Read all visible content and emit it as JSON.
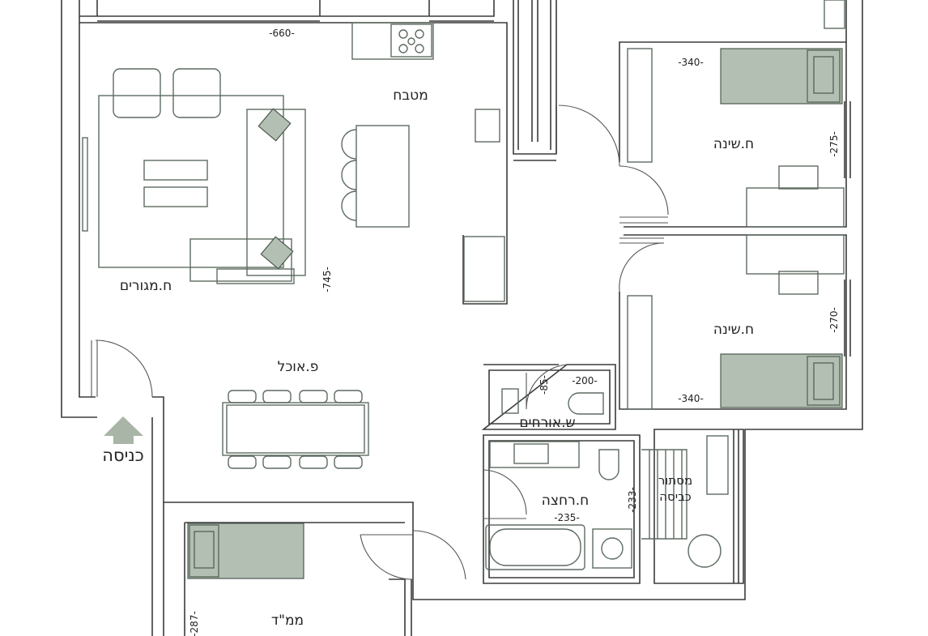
{
  "rooms": {
    "kitchen": "מטבח",
    "living": "ח.מגורים",
    "dining": "פ.אוכל",
    "entrance": "כניסה",
    "bedroom1": "ח.שינה",
    "bedroom2": "ח.שינה",
    "guest_wc": "ש.אורחים",
    "bathroom": "ח.רחצה",
    "laundry_line1": "מסתור",
    "laundry_line2": "כביסה",
    "safe_room": "ממ\"ד"
  },
  "dimensions": {
    "living_width": "-660-",
    "living_depth": "-745-",
    "bedroom1_width": "-340-",
    "bedroom1_depth": "-275-",
    "bedroom2_width": "-340-",
    "bedroom2_depth": "-270-",
    "guest_wc_a": "-85-",
    "guest_wc_b": "-200-",
    "bathroom_width": "-235-",
    "bathroom_depth": "-233-",
    "safe_room_depth": "-287-"
  },
  "colors": {
    "furniture_fill": "#b3bfb2",
    "wall": "#3b3b3b"
  }
}
